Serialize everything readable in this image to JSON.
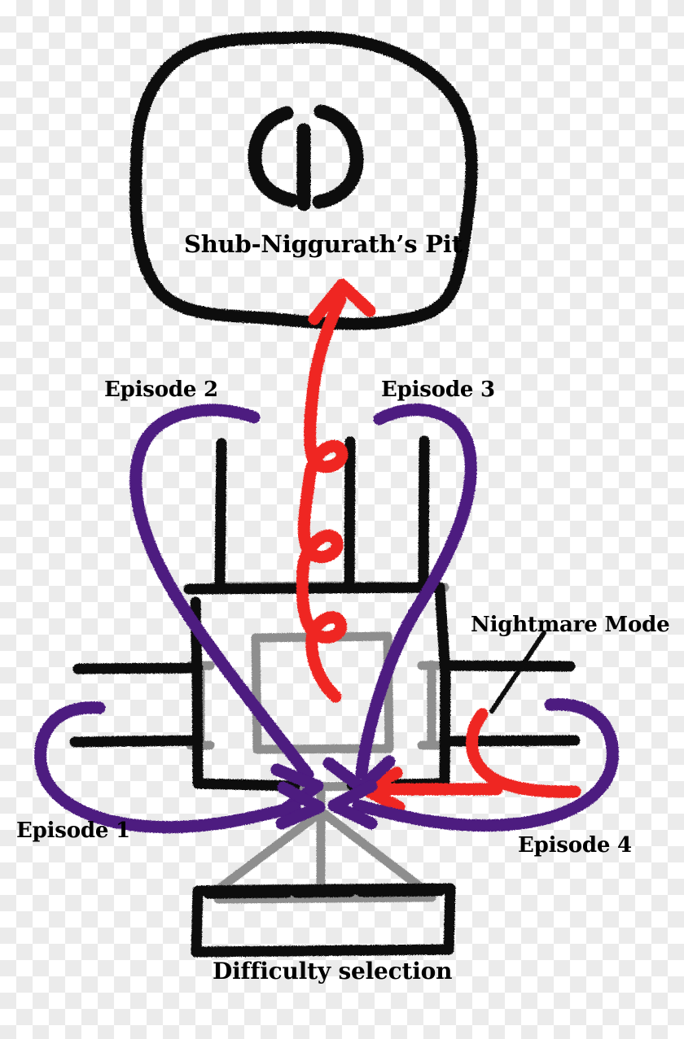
{
  "diagram": {
    "title_text": "Quake start map / episode selection hand-drawn annotation",
    "colors": {
      "ink_black": "#111111",
      "structure_gray": "#8e8e8e",
      "episode_purple": "#4d1a80",
      "nightmare_red": "#ef2722",
      "background_light": "#ffffff",
      "background_checker": "#ebebeb"
    },
    "labels": {
      "pit": "Shub-Niggurath’s Pit",
      "episode_2": "Episode 2",
      "episode_3": "Episode 3",
      "nightmare_mode": "Nightmare Mode",
      "episode_1": "Episode 1",
      "episode_4": "Episode 4",
      "difficulty": "Difficulty selection"
    },
    "icons": {
      "quake_logo": "quake-q-icon",
      "blob_outline": "hand-drawn-blob-icon",
      "arrow_up": "red-arrow-up-icon",
      "leader_line": "nightmare-leader-line-icon"
    },
    "annotations": [
      {
        "name": "episode-1-path",
        "label": "Episode 1",
        "color": "#4d1a80",
        "from": "left-wing",
        "to": "difficulty-platform"
      },
      {
        "name": "episode-2-path",
        "label": "Episode 2",
        "color": "#4d1a80",
        "from": "upper-left-arch",
        "to": "difficulty-platform"
      },
      {
        "name": "episode-3-path",
        "label": "Episode 3",
        "color": "#4d1a80",
        "from": "upper-right-arch",
        "to": "difficulty-platform"
      },
      {
        "name": "episode-4-path",
        "label": "Episode 4",
        "color": "#4d1a80",
        "from": "right-wing",
        "to": "difficulty-platform"
      },
      {
        "name": "nightmare-path",
        "label": "Nightmare Mode",
        "color": "#ef2722",
        "from": "secret-passage",
        "to": "difficulty-platform"
      },
      {
        "name": "shub-path",
        "label": "Shub-Niggurath’s Pit",
        "color": "#ef2722",
        "from": "central-shaft",
        "to": "shub-niggurath-pit-blob"
      }
    ]
  }
}
